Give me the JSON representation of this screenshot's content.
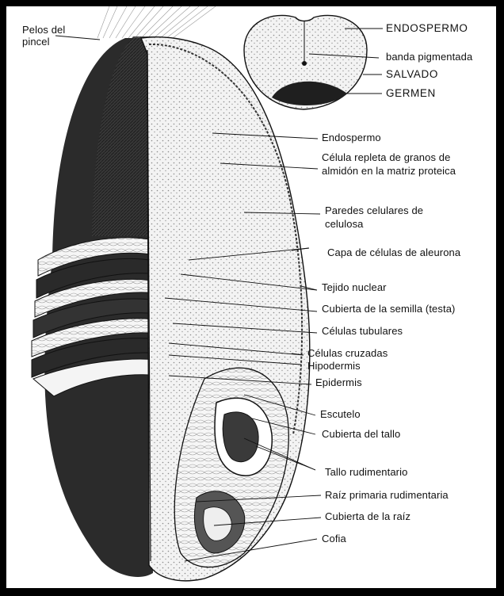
{
  "diagram": {
    "cross_section_labels": {
      "endospermo": "ENDOSPERMO",
      "banda_pigmentada": "banda pigmentada",
      "salvado": "SALVADO",
      "germen": "GERMEN"
    },
    "labels": {
      "pelos_del_pincel_1": "Pelos del",
      "pelos_del_pincel_2": "pincel",
      "endospermo": "Endospermo",
      "celula_repleta_1": "Célula repleta de granos de",
      "celula_repleta_2": "almidón en la matriz proteica",
      "paredes_1": "Paredes celulares de",
      "paredes_2": "celulosa",
      "aleurona": "Capa de células de aleurona",
      "tejido_nuclear": "Tejido nuclear",
      "cubierta_semilla": "Cubierta de la semilla (testa)",
      "celulas_tubulares": "Células tubulares",
      "celulas_cruzadas": "Células cruzadas",
      "hipodermis": "Hipodermis",
      "epidermis": "Epidermis",
      "escutelo": "Escutelo",
      "cubierta_tallo": "Cubierta del tallo",
      "tallo_rudimentario": "Tallo rudimentario",
      "raiz_primaria": "Raíz primaria rudimentaria",
      "cubierta_raiz": "Cubierta de la raíz",
      "cofia": "Cofia"
    },
    "colors": {
      "ink": "#111111",
      "paper": "#ffffff",
      "frame": "#000000",
      "dark_tissue": "#2a2a2a",
      "stipple": "#e9e9e9"
    }
  }
}
